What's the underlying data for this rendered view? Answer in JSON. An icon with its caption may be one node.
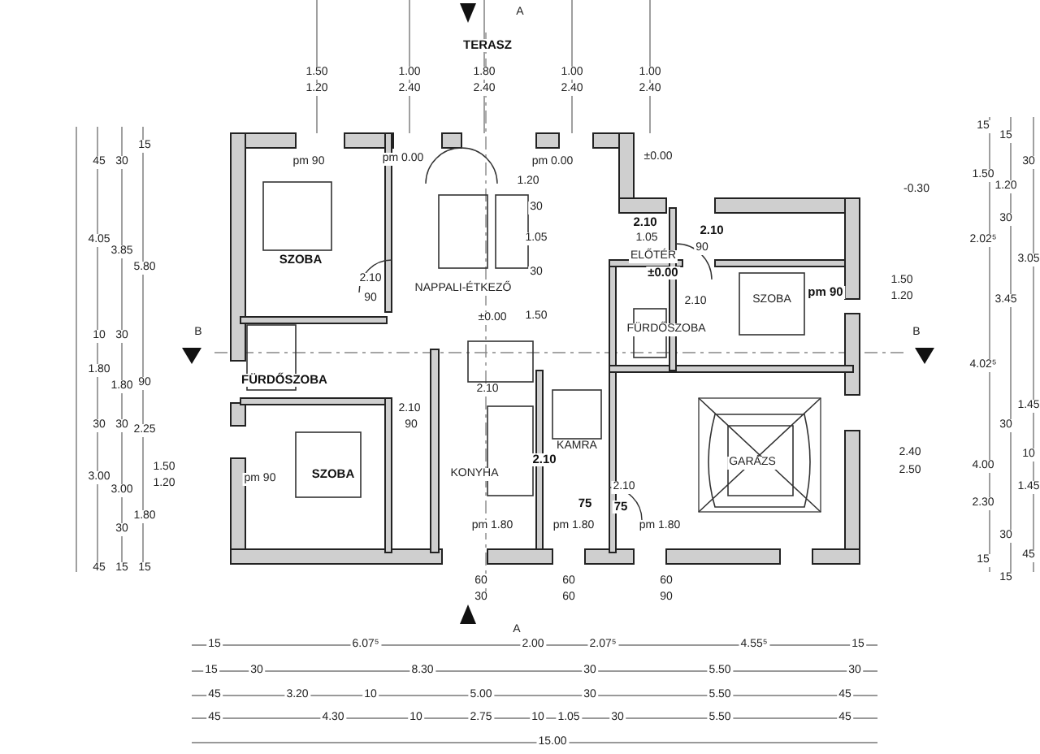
{
  "diagram": {
    "labels": [
      "A",
      "TERASZ",
      "1.50",
      "1.20",
      "1.00",
      "2.40",
      "1.80",
      "2.40",
      "1.00",
      "2.40",
      "1.00",
      "2.40",
      "45",
      "30",
      "15",
      "4.05",
      "3.85",
      "5.80",
      "10",
      "30",
      "1.80",
      "1.80",
      "90",
      "30",
      "30",
      "2.25",
      "3.00",
      "3.00",
      "1.50",
      "1.20",
      "1.80",
      "30",
      "45",
      "15",
      "15",
      "B",
      "B",
      "pm 90",
      "SZOBA",
      "2.10",
      "90",
      "FÜRDŐSZOBA",
      "2.10",
      "90",
      "SZOBA",
      "pm 90",
      "pm 0.00",
      "pm 0.00",
      "±0.00",
      "1.20",
      "30",
      "1.05",
      "30",
      "±0.00",
      "1.50",
      "NAPPALI-ÉTKEZŐ",
      "2.10",
      "1.05",
      "ELŐTÉR",
      "±0.00",
      "FÜRDŐSZOBA",
      "2.10",
      "90",
      "2.10",
      "SZOBA",
      "pm 90",
      "1.50",
      "1.20",
      "-0.30",
      "15",
      "1.50",
      "2.02⁵",
      "4.02⁵",
      "4.00",
      "2.30",
      "15",
      "15",
      "1.20",
      "30",
      "3.45",
      "30",
      "30",
      "15",
      "30",
      "3.05",
      "1.45",
      "10",
      "1.45",
      "45",
      "2.40",
      "2.50",
      "GARÁZS",
      "2.10",
      "KONYHA",
      "KAMRA",
      "2.10",
      "2.10",
      "75",
      "75",
      "pm 1.80",
      "pm 1.80",
      "pm 1.80",
      "60",
      "30",
      "60",
      "60",
      "60",
      "90",
      "A",
      "15",
      "6.07⁵",
      "2.00",
      "2.07⁵",
      "4.55⁵",
      "15",
      "15",
      "30",
      "8.30",
      "30",
      "5.50",
      "30",
      "45",
      "3.20",
      "10",
      "5.00",
      "30",
      "5.50",
      "45",
      "45",
      "4.30",
      "10",
      "2.75",
      "10",
      "1.05",
      "30",
      "5.50",
      "45",
      "15.00"
    ]
  }
}
